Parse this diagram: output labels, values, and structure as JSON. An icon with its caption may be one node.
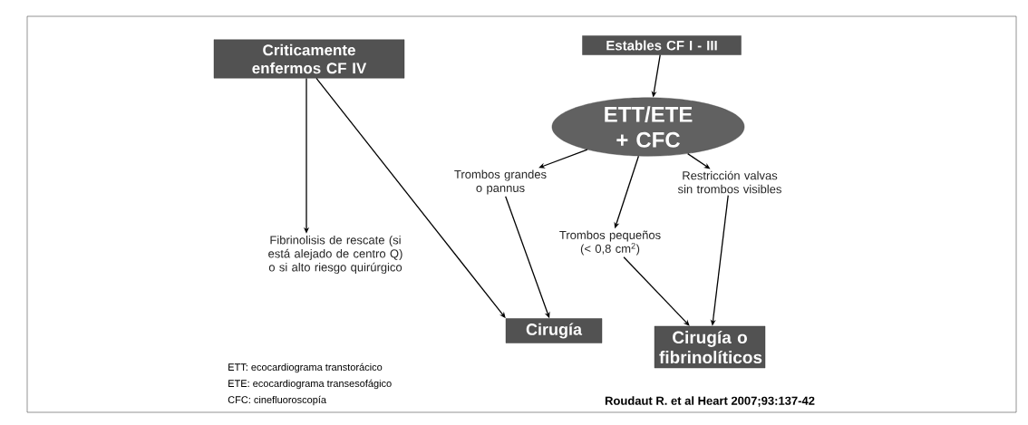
{
  "diagram": {
    "nodes": [
      {
        "text": [
          "Criticamente enfermos CF IV"
        ]
      },
      {
        "text": [
          "Estables CF I - III"
        ]
      },
      {
        "text": [
          "ETT/ETE + CFC"
        ]
      },
      {
        "text": [
          "Trombos grandes o pannus"
        ]
      },
      {
        "text": [
          "Restricción valvas sin trombos visibles"
        ]
      },
      {
        "text": [
          "Trombos pequeños (< 0,8 cm$^{2}$)"
        ]
      },
      {
        "text": [
          "Fibrinolisis de rescate (si está alejado de centro Q) o si alto riesgo quirúrgico"
        ]
      },
      {
        "text": [
          "Cirugía"
        ]
      },
      {
        "text": [
          "Cirugía o fibrinolíticos"
        ]
      }
    ],
    "edges": [
      {
        "from": 0,
        "to": 6,
        "arrow": "to"
      },
      {
        "from": 0,
        "to": 7,
        "arrow": "to"
      },
      {
        "from": 1,
        "to": 2,
        "arrow": "to"
      },
      {
        "from": 2,
        "to": 3,
        "arrow": "to"
      },
      {
        "from": 2,
        "to": 5,
        "arrow": "to"
      },
      {
        "from": 2,
        "to": 4,
        "arrow": "to"
      },
      {
        "from": 3,
        "to": 7,
        "arrow": "to"
      },
      {
        "from": 5,
        "to": 8,
        "arrow": "to"
      },
      {
        "from": 4,
        "to": 8,
        "arrow": "to"
      }
    ],
    "labels": [
      "ETT: ecocardiograma transtorácico",
      "ETE: ecocardiograma transesofágico",
      "CFC: cinefluoroscopía",
      "Roudaut R. et al Heart 2007;93:137-42"
    ]
  }
}
